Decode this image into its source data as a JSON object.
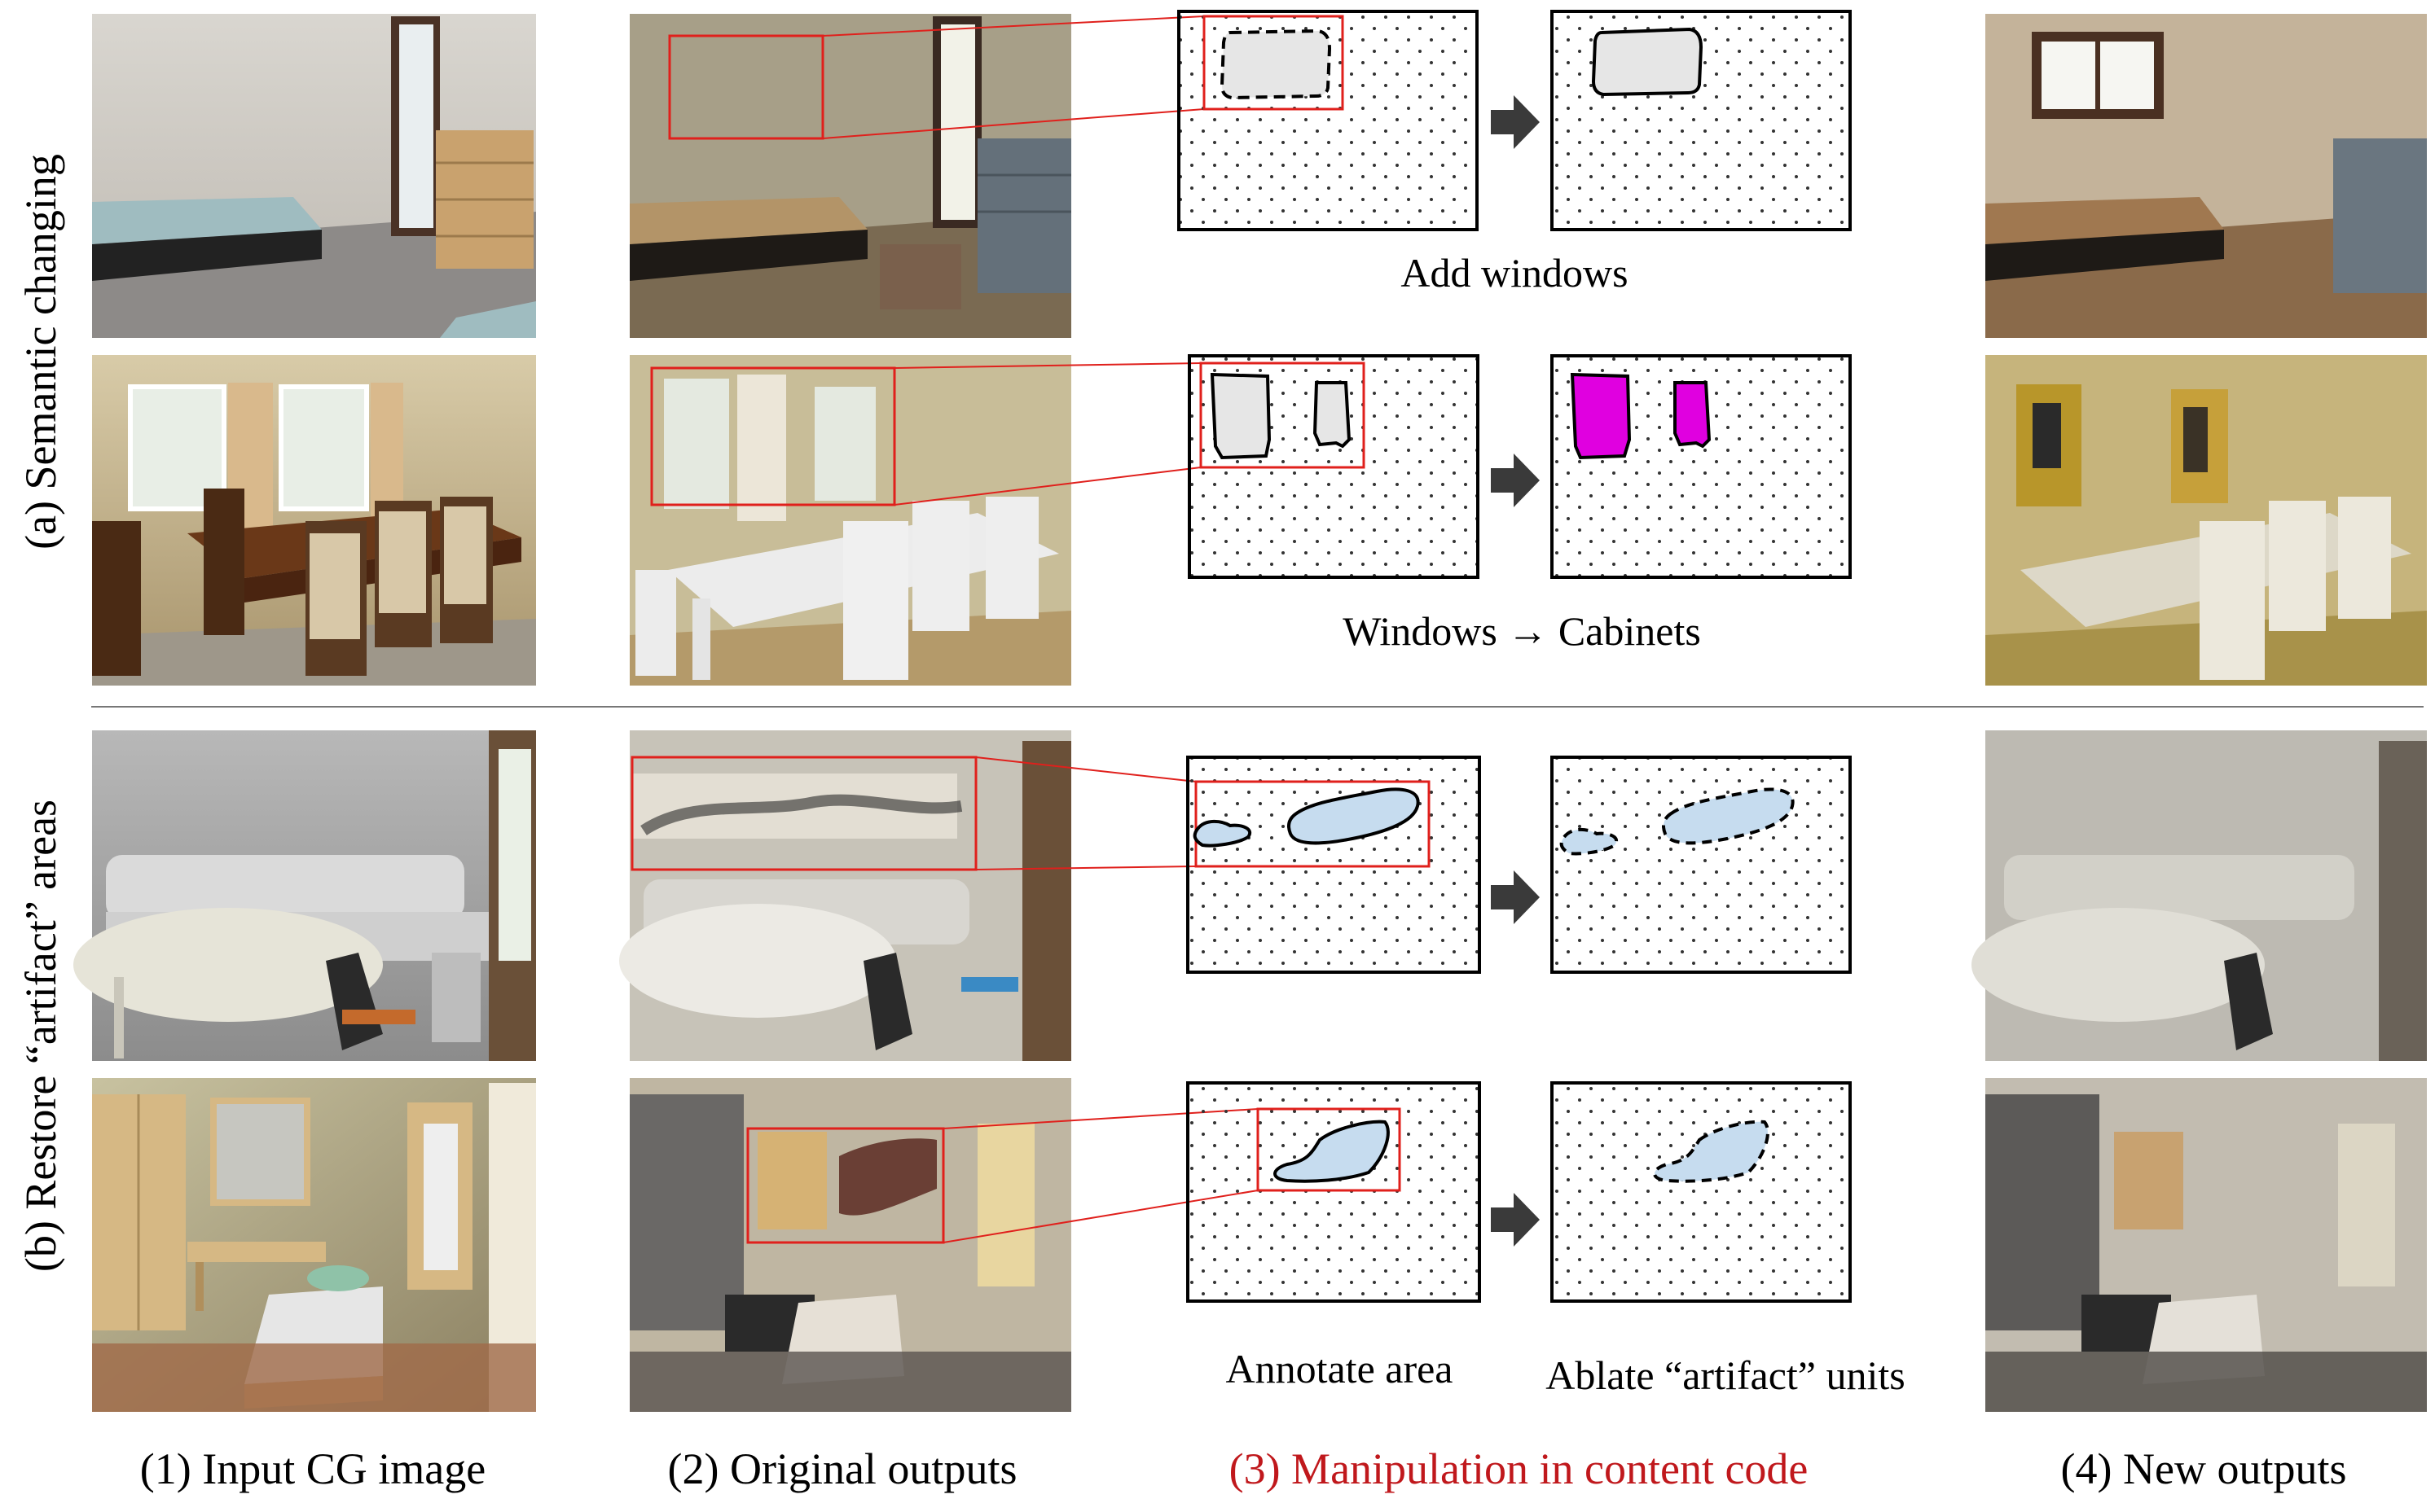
{
  "rows": {
    "a": {
      "label": "(a) Semantic changing"
    },
    "b": {
      "label": "(b) Restore “artifact” areas"
    }
  },
  "columns": {
    "c1": "(1) Input CG image",
    "c2": "(2) Original outputs",
    "c3": "(3) Manipulation in content code",
    "c4": "(4) New outputs"
  },
  "captions": {
    "add_windows": "Add windows",
    "windows_to_cabinets": "Windows → Cabinets",
    "annotate_area": "Annotate area",
    "ablate_units": "Ablate “artifact” units"
  },
  "colors": {
    "highlight_box": "#e0201c",
    "manipulation_caption": "#c0181c",
    "window_mask": "#e6e6e6",
    "cabinet_mask": "#e000e0",
    "artifact_mask": "#c6dcef",
    "arrow": "#3a3a3a"
  }
}
